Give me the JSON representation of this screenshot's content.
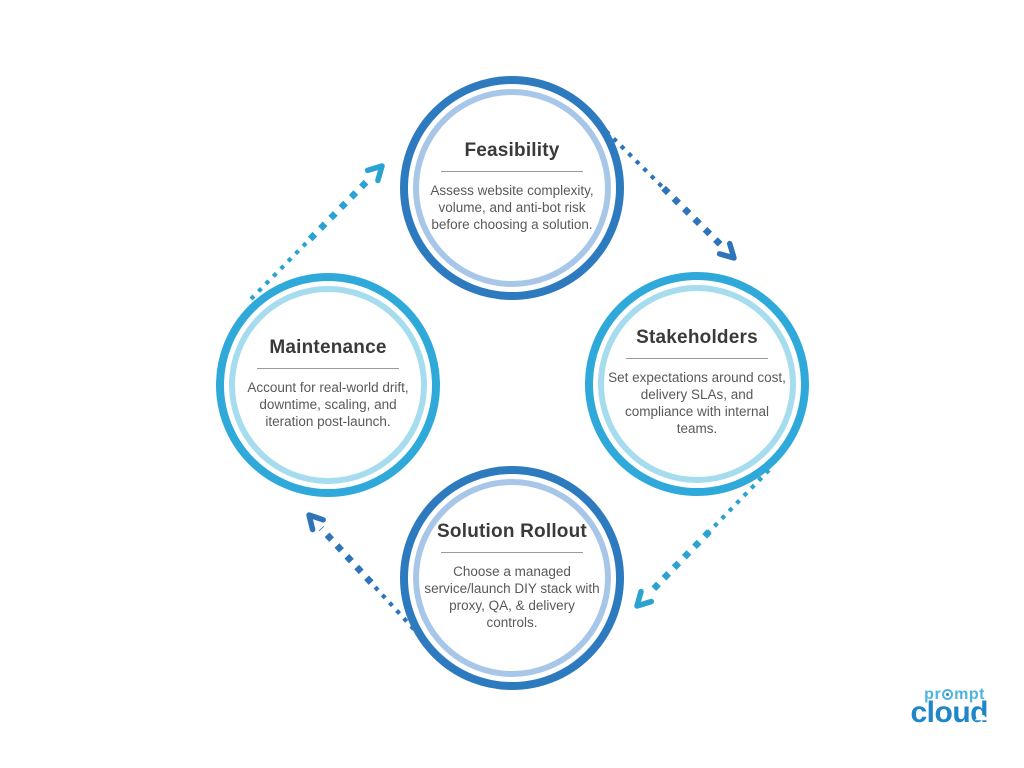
{
  "colors": {
    "ring-dark": "#2e7abf",
    "ring-dark-light": "#a8c7e8",
    "ring-cyan": "#2fa9d9",
    "ring-cyan-light": "#a5dcee",
    "title-color": "#3a3a3a",
    "body-color": "#595959",
    "divider-color": "#9a9a9a",
    "logo-light-blue": "#4fb3e2",
    "logo-dark-blue": "#1f87c9"
  },
  "nodes": [
    {
      "title": "Feasibility",
      "description": "Assess website complexity, volume, and anti-bot risk before choosing a solution."
    },
    {
      "title": "Stakeholders",
      "description": "Set expectations around cost, delivery SLAs, and compliance with internal teams."
    },
    {
      "title": "Maintenance",
      "description": "Account for real-world drift, downtime, scaling, and iteration post-launch."
    },
    {
      "title": "Solution Rollout",
      "description": "Choose a managed service/launch DIY stack with proxy, QA, & delivery controls."
    }
  ],
  "arrows": [
    {
      "from": "Feasibility",
      "to": "Stakeholders",
      "style": "dotted",
      "color": "#2e74b8"
    },
    {
      "from": "Stakeholders",
      "to": "Solution Rollout",
      "style": "dotted",
      "color": "#2aa2d3"
    },
    {
      "from": "Solution Rollout",
      "to": "Maintenance",
      "style": "dotted",
      "color": "#2e74b8"
    },
    {
      "from": "Maintenance",
      "to": "Feasibility",
      "style": "dotted",
      "color": "#2aa2d3"
    }
  ],
  "logo": {
    "top_prefix": "pr",
    "top_suffix": "mpt",
    "bottom": "cloud"
  }
}
